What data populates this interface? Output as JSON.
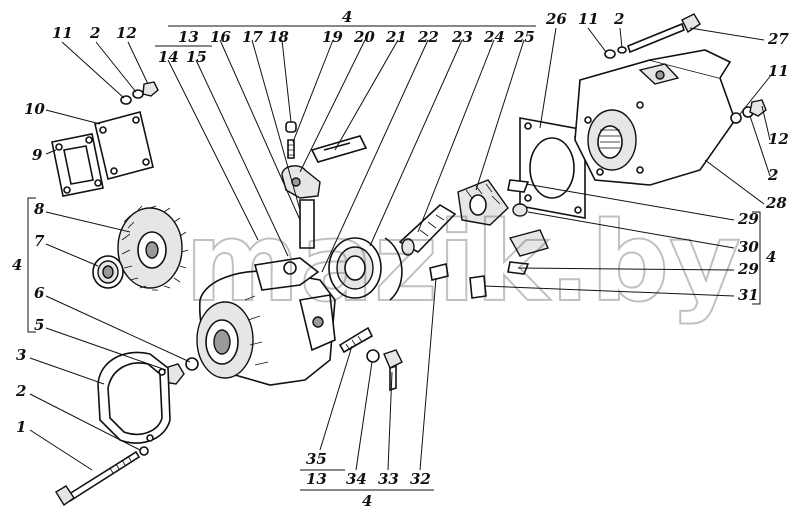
{
  "watermark": "mazik.by",
  "corner_mark": "",
  "labels": {
    "n1": "1",
    "n2a": "2",
    "n2b": "2",
    "n2c": "2",
    "n2d": "2",
    "n3": "3",
    "n4a": "4",
    "n4b": "4",
    "n4c": "4",
    "n4d": "4",
    "n5": "5",
    "n6": "6",
    "n7": "7",
    "n8": "8",
    "n9": "9",
    "n10": "10",
    "n11a": "11",
    "n11b": "11",
    "n11c": "11",
    "n12a": "12",
    "n12b": "12",
    "n13a": "13",
    "n13b": "13",
    "n14": "14",
    "n15": "15",
    "n16": "16",
    "n17": "17",
    "n18": "18",
    "n19": "19",
    "n20": "20",
    "n21": "21",
    "n22": "22",
    "n23": "23",
    "n24": "24",
    "n25": "25",
    "n26": "26",
    "n27": "27",
    "n28": "28",
    "n29a": "29",
    "n29b": "29",
    "n30": "30",
    "n31": "31",
    "n32": "32",
    "n33": "33",
    "n34": "34",
    "n35": "35"
  }
}
